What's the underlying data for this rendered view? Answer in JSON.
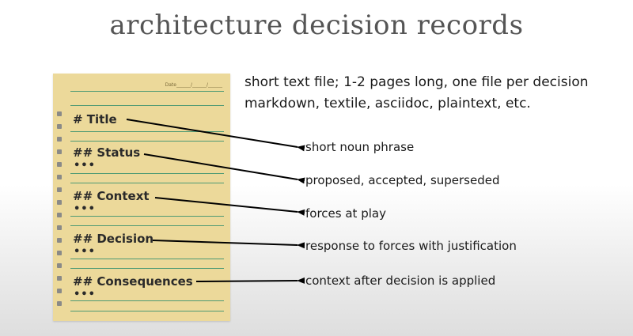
{
  "title": "architecture decision records",
  "description": [
    "short text file; 1-2 pages long, one file per decision",
    "markdown, textile, asciidoc, plaintext, etc."
  ],
  "notepad": {
    "date_label": "Date______/______/______",
    "sections": [
      {
        "heading": "# Title",
        "dots": "",
        "note": "short noun phrase"
      },
      {
        "heading": "## Status",
        "dots": "•••",
        "note": "proposed, accepted, superseded"
      },
      {
        "heading": "## Context",
        "dots": "•••",
        "note": "forces at play"
      },
      {
        "heading": "## Decision",
        "dots": "•••",
        "note": "response to forces with justification"
      },
      {
        "heading": "## Consequences",
        "dots": "•••",
        "note": "context after decision is applied"
      }
    ]
  },
  "colors": {
    "paper": "#ecd99a",
    "rule_line": "#4e9a74",
    "hole": "#8a8a88",
    "title": "#555555"
  }
}
